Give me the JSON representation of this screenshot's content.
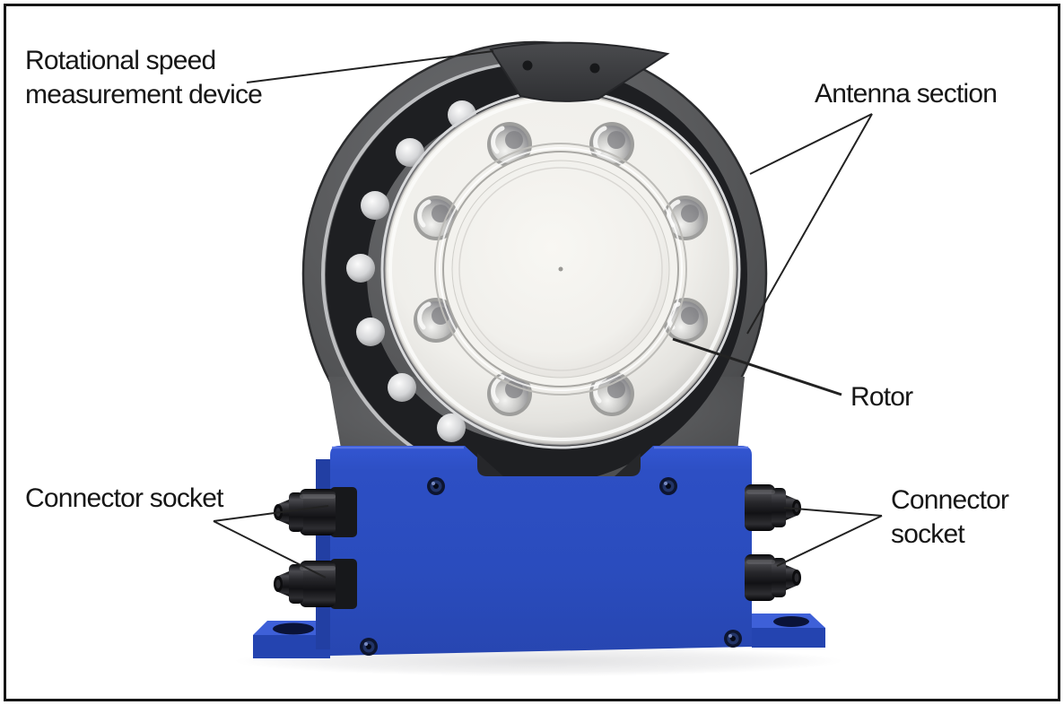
{
  "labels": {
    "rotational_speed_device": {
      "line1": "Rotational speed",
      "line2": "measurement device"
    },
    "antenna_section": {
      "text": "Antenna section"
    },
    "rotor": {
      "text": "Rotor"
    },
    "connector_socket_left": {
      "text": "Connector socket"
    },
    "connector_socket_right": {
      "line1": "Connector",
      "line2": "socket"
    }
  },
  "annotations": [
    {
      "label": "Rotational speed measurement device",
      "target": "sensor-cap-on-top-of-housing",
      "leader_lines": 1
    },
    {
      "label": "Antenna section",
      "target": "stator-housing-ring",
      "leader_lines": 2
    },
    {
      "label": "Rotor",
      "target": "rotor-flange",
      "leader_lines": 1
    },
    {
      "label": "Connector socket",
      "target": "left-connector-sockets",
      "leader_lines": 2
    },
    {
      "label": "Connector socket",
      "target": "right-connector-sockets",
      "leader_lines": 2
    }
  ],
  "colors": {
    "background": "#ffffff",
    "frame_border": "#161616",
    "label_text": "#161616",
    "leader_line": "#222222",
    "housing_gray": "#5a5b5d",
    "sensor_cap_gray": "#3b3c3f",
    "rotor_silver": "#f2f1ed",
    "base_blue": "#2a4cbd",
    "connector_black": "#141416"
  }
}
